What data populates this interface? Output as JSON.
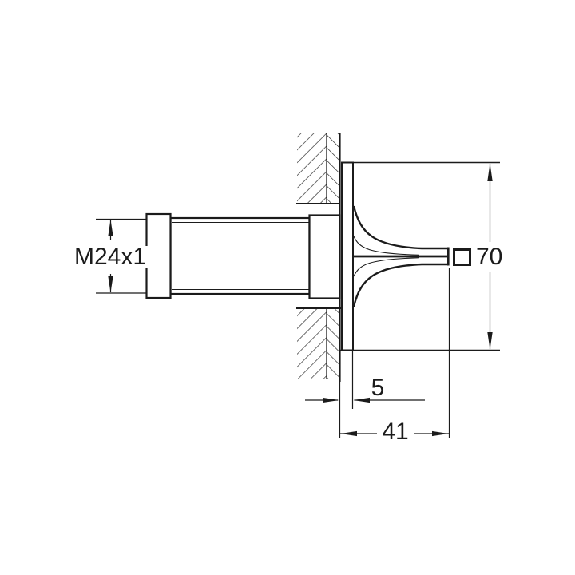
{
  "diagram": {
    "kind": "technical-dimension-drawing",
    "colors": {
      "line": "#1b1b1b",
      "background": "#ffffff"
    },
    "labels": {
      "thread_size": "M24x1",
      "wall_plate_offset": "5",
      "projection": "41",
      "plate_size": "70"
    },
    "icons": {
      "plate_size_prefix": "square-section-icon"
    }
  }
}
